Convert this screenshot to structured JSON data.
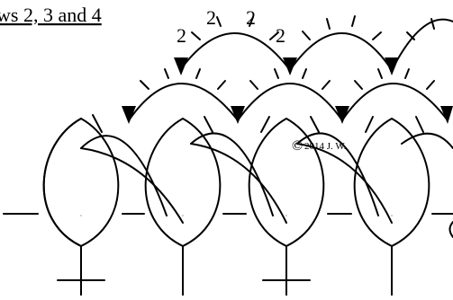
{
  "heading": "ws 2, 3 and 4",
  "counts": [
    "2",
    "2",
    "2",
    "2"
  ],
  "copyright_text": "2014 J. W.",
  "copyright_symbol": "©",
  "colors": {
    "ink": "#000000",
    "background": "#ffffff"
  }
}
